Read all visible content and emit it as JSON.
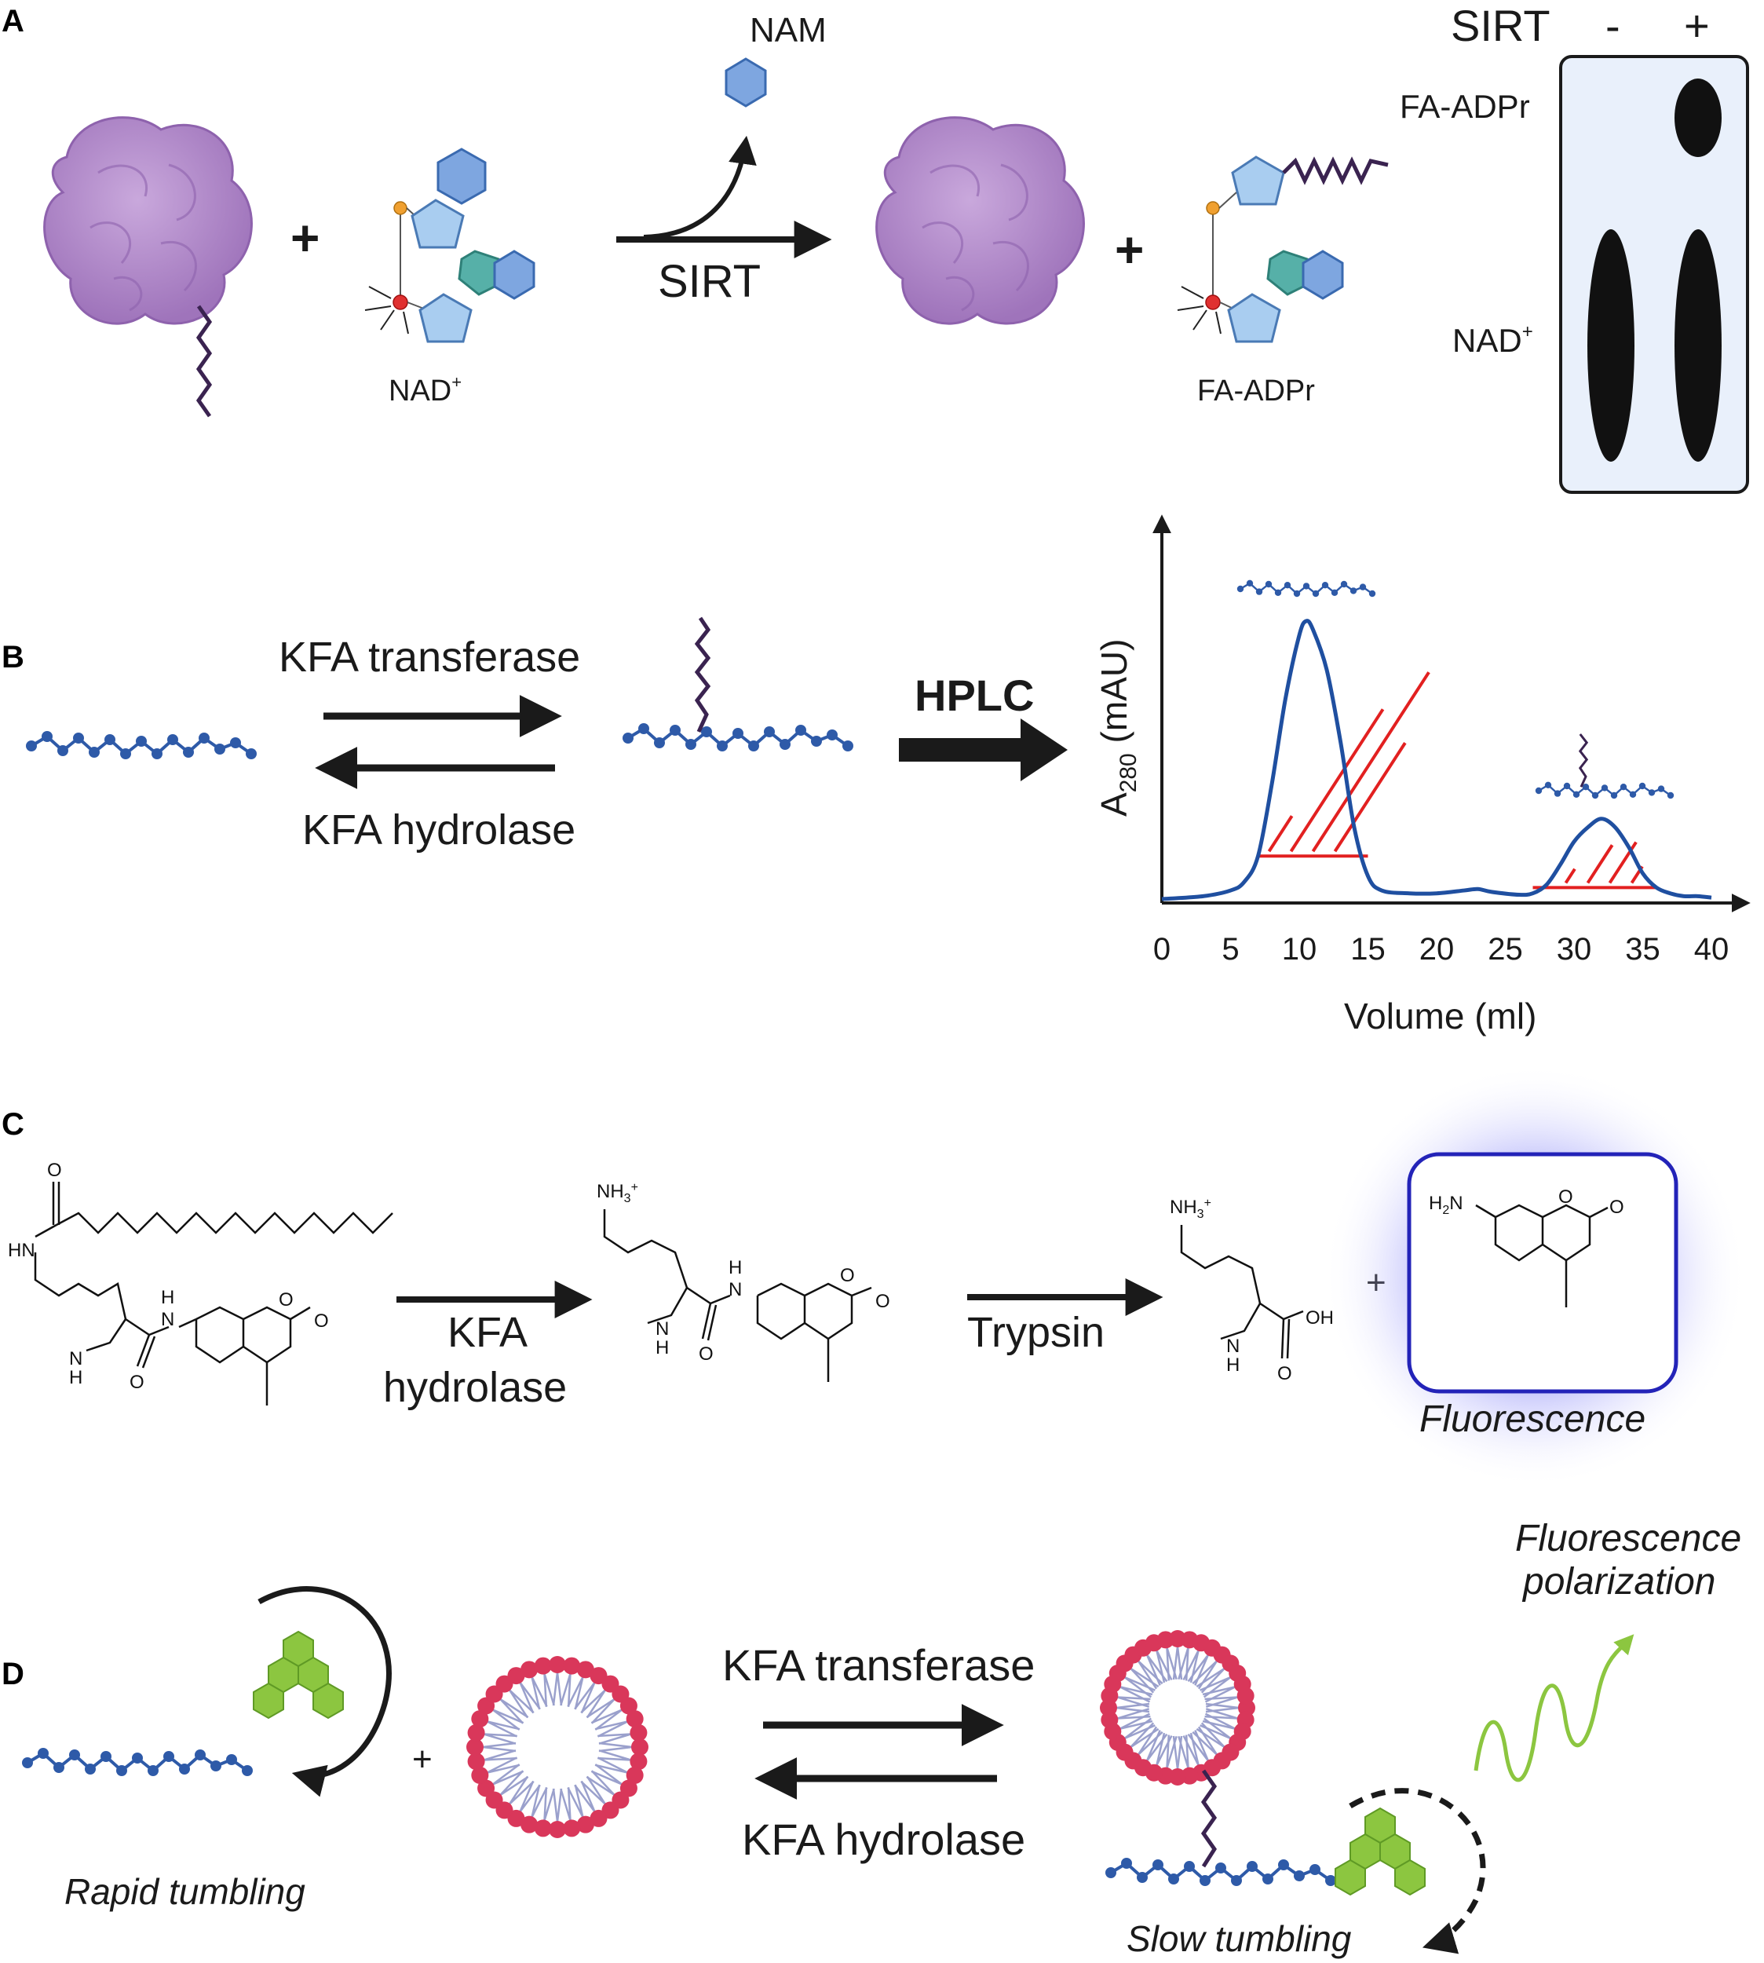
{
  "panels": {
    "a": "A",
    "b": "B",
    "c": "C",
    "d": "D"
  },
  "panel_a": {
    "nam": "NAM",
    "sirt": "SIRT",
    "nad": "NAD",
    "nad_sup": "+",
    "fa_adpr": "FA-ADPr",
    "plus": "+",
    "tlc": {
      "header": "SIRT",
      "minus": "-",
      "plus": "+",
      "row_top": "FA-ADPr",
      "row_bottom": "NAD",
      "row_bottom_sup": "+"
    }
  },
  "panel_b": {
    "forward": "KFA transferase",
    "reverse": "KFA hydrolase",
    "hplc": "HPLC",
    "chart_data": {
      "type": "line",
      "xlabel": "Volume (ml)",
      "ylabel": "A280 (mAU)",
      "ylabel_main": "A",
      "ylabel_sub": "280",
      "ylabel_unit": " (mAU)",
      "xlim": [
        0,
        40
      ],
      "xticks": [
        0,
        5,
        10,
        15,
        20,
        25,
        30,
        35,
        40
      ],
      "grid": false,
      "series": [
        {
          "x": [
            0,
            3,
            5,
            6,
            7,
            8,
            9,
            10,
            10.5,
            11,
            12,
            13,
            14,
            15,
            16,
            18,
            20,
            22,
            23,
            24,
            26,
            27,
            28,
            29,
            30,
            31,
            32,
            33,
            34,
            35,
            36,
            37,
            38,
            39,
            40
          ],
          "y": [
            0,
            1,
            3,
            6,
            15,
            40,
            70,
            92,
            97,
            94,
            80,
            55,
            25,
            8,
            3,
            2,
            2,
            3,
            3.5,
            2.5,
            1.5,
            2,
            5,
            12,
            20,
            25,
            28,
            25,
            18,
            9,
            4,
            2,
            1,
            1,
            0.5
          ]
        }
      ],
      "shaded_peaks": [
        [
          7,
          15
        ],
        [
          27,
          36
        ]
      ]
    }
  },
  "panel_c": {
    "hn": "HN",
    "o": "O",
    "n": "N",
    "h": "H",
    "nh": "N",
    "nh_h": "H",
    "nh3": "NH",
    "nh3_sub": "3",
    "nh3_sup": "+",
    "oh": "OH",
    "h2n": "H",
    "h2n_sub": "2",
    "h2n_n": "N",
    "step1_line1": "KFA",
    "step1_line2": "hydrolase",
    "step2": "Trypsin",
    "plus": "+",
    "fluorescence": "Fluorescence"
  },
  "panel_d": {
    "forward": "KFA transferase",
    "reverse": "KFA hydrolase",
    "rapid": "Rapid tumbling",
    "slow": "Slow tumbling",
    "fp_line1": "Fluorescence",
    "fp_line2": "polarization",
    "plus": "+"
  },
  "colors": {
    "protein": "#b48cc8",
    "protein_dark": "#9a6cb5",
    "hex_blue": "#7ea6e0",
    "pentagon_blue": "#a9cdf0",
    "hex_teal": "#56b0a8",
    "chain": "#3a2350",
    "peptide_bead": "#2e5aa8",
    "curve": "#1f4fa0",
    "shade": "#e22020",
    "lipid_head": "#d9375a",
    "lipid_tail": "#9aa0cc",
    "fluor_green": "#8cc640",
    "glow": "#6b6bf0",
    "tlc_bg": "#e9f0fb"
  }
}
